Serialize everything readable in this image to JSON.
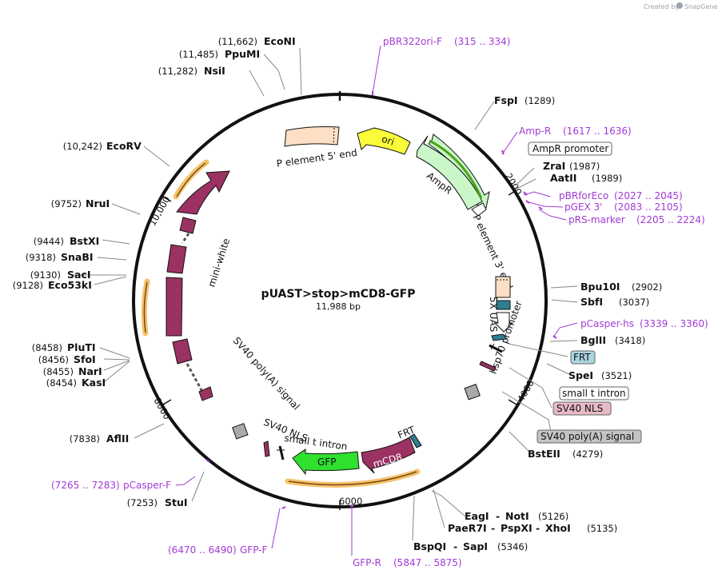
{
  "branding": {
    "created_by": "Created by",
    "app": "SnapGene"
  },
  "plasmid": {
    "name": "pUAST>stop>mCD8-GFP",
    "size_label": "11,988 bp",
    "length": 11988
  },
  "ticks": [
    "2000",
    "4000",
    "6000",
    "8000",
    "10,000"
  ],
  "restriction_sites": [
    {
      "pos": "(11,662)",
      "name": "EcoNI"
    },
    {
      "pos": "(11,485)",
      "name": "PpuMI"
    },
    {
      "pos": "(11,282)",
      "name": "NsiI"
    },
    {
      "name": "FspI",
      "pos": "(1289)"
    },
    {
      "name": "ZraI",
      "pos": "(1987)"
    },
    {
      "name": "AatII",
      "pos": "(1989)"
    },
    {
      "pos": "(10,242)",
      "name": "EcoRV"
    },
    {
      "pos": "(9752)",
      "name": "NruI"
    },
    {
      "pos": "(9444)",
      "name": "BstXI"
    },
    {
      "pos": "(9318)",
      "name": "SnaBI"
    },
    {
      "pos": "(9130)",
      "name": "SacI"
    },
    {
      "pos": "(9128)",
      "name": "Eco53kI"
    },
    {
      "name": "Bpu10I",
      "pos": "(2902)"
    },
    {
      "name": "SbfI",
      "pos": "(3037)"
    },
    {
      "name": "BglII",
      "pos": "(3418)"
    },
    {
      "name": "SpeI",
      "pos": "(3521)"
    },
    {
      "pos": "(8458)",
      "name": "PluTI"
    },
    {
      "pos": "(8456)",
      "name": "SfoI"
    },
    {
      "pos": "(8455)",
      "name": "NarI"
    },
    {
      "pos": "(8454)",
      "name": "KasI"
    },
    {
      "name": "BstEII",
      "pos": "(4279)"
    },
    {
      "pos": "(7838)",
      "name": "AflII"
    },
    {
      "pos": "(7253)",
      "name": "StuI"
    },
    {
      "name1": "EagI",
      "sep1": "-",
      "name2": "NotI",
      "pos": "(5126)"
    },
    {
      "name1": "PaeR7I",
      "sep1": "-",
      "name2": "PspXI",
      "sep2": "-",
      "name3": "XhoI",
      "pos": "(5135)"
    },
    {
      "name1": "BspQI",
      "sep1": "-",
      "name2": "SapI",
      "pos": "(5346)"
    }
  ],
  "primers": [
    {
      "name": "pBR322ori-F",
      "range": "(315 .. 334)"
    },
    {
      "name": "Amp-R",
      "range": "(1617 .. 1636)"
    },
    {
      "name": "pBRforEco",
      "range": "(2027 .. 2045)"
    },
    {
      "name": "pGEX 3'",
      "range": "(2083 .. 2105)"
    },
    {
      "name": "pRS-marker",
      "range": "(2205 .. 2224)"
    },
    {
      "name": "pCasper-hs",
      "range": "(3339 .. 3360)"
    },
    {
      "name": "pCasper-F",
      "range": "(7265 .. 7283)"
    },
    {
      "name": "GFP-F",
      "range": "(6470 .. 6490)"
    },
    {
      "name": "GFP-R",
      "range": "(5847 .. 5875)"
    }
  ],
  "boxed_labels": [
    {
      "text": "AmpR promoter",
      "fill": "#ffffff"
    },
    {
      "text": "FRT",
      "fill": "#a9d6e0"
    },
    {
      "text": "small t intron",
      "fill": "#ffffff"
    },
    {
      "text": "SV40 NLS",
      "fill": "#e8b9c6"
    },
    {
      "text": "SV40 poly(A) signal",
      "fill": "#c4c4c4"
    }
  ],
  "features": [
    {
      "text": "ori",
      "color": "#fbfb3a"
    },
    {
      "text": "P element 5' end",
      "color": "#fcdfc4"
    },
    {
      "text": "AmpR",
      "color": "#c9f7c9"
    },
    {
      "text": "P element 3' end",
      "color": "#fcdfc4"
    },
    {
      "text": "5X UAS",
      "color": "#2d7e91"
    },
    {
      "text": "hsp70 promoter",
      "color": "#ffffff"
    },
    {
      "text": "mini-white",
      "color": "#9b3263"
    },
    {
      "text": "SV40 poly(A) signal",
      "color": "#9b3263"
    },
    {
      "text": "SV40 NLS",
      "color": "#9b3263"
    },
    {
      "text": "small t intron",
      "color": "#111111"
    },
    {
      "text": "FRT",
      "color": "#2d7e91"
    },
    {
      "text": "mCD8",
      "color": "#9b3263"
    },
    {
      "text": "GFP",
      "color": "#2fe02f"
    }
  ],
  "colors": {
    "primer": "#a23ad6",
    "backbone": "#111111",
    "orf_highlight": "#f5c26b",
    "gray_feature": "#a9a9a9"
  }
}
